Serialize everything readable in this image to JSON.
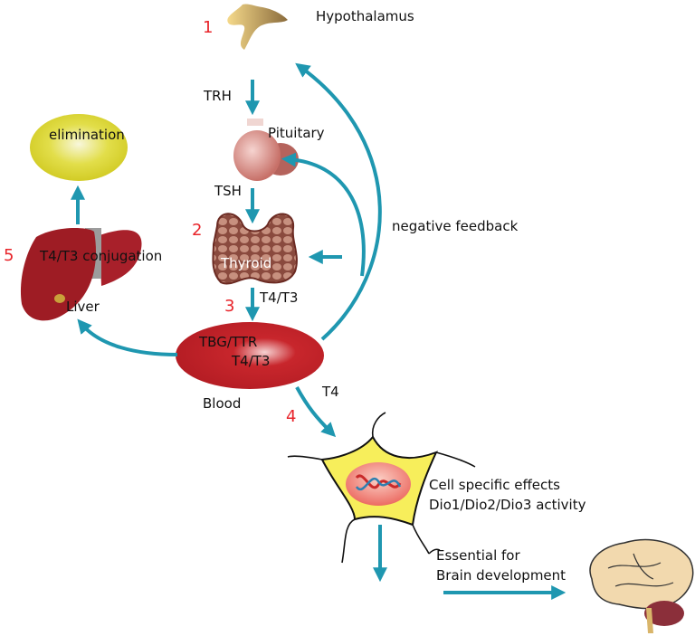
{
  "diagram": {
    "arrow_color": "#1f97b0",
    "step_color": "#e8242a",
    "steps": [
      "1",
      "2",
      "3",
      "4",
      "5"
    ],
    "nodes": {
      "hypothalamus": "Hypothalamus",
      "pituitary": "Pituitary",
      "thyroid": "Thyroid",
      "blood_line1": "TBG/TTR",
      "blood_line2": "T4/T3",
      "blood": "Blood",
      "liver_process": "T4/T3 conjugation",
      "liver": "Liver",
      "elimination": "elimination",
      "cell_line1": "Cell specific effects",
      "cell_line2": "Dio1/Dio2/Dio3 activity",
      "brain_line1": "Essential for",
      "brain_line2": "Brain development"
    },
    "edges": {
      "trh": "TRH",
      "tsh": "TSH",
      "thyroid_to_blood": "T4/T3",
      "blood_to_cell": "T4",
      "feedback": "negative feedback"
    }
  }
}
